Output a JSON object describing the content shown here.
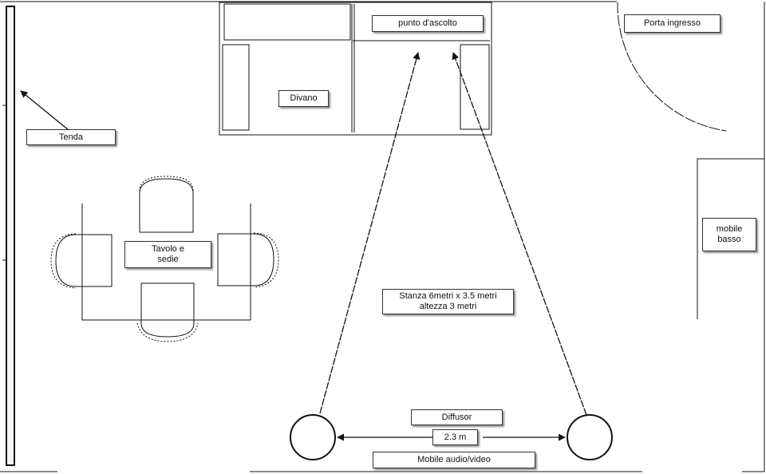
{
  "labels": {
    "listening_point": "punto d'ascolto",
    "entrance_door": "Porta ingresso",
    "sofa": "Divano",
    "curtain": "Tenda",
    "table_and_chairs": "Tavolo e\nsedie",
    "low_cabinet": "mobile\nbasso",
    "room_size": "Stanza 6metri x 3.5 metri\naltezza 3 metri",
    "diffusor": "Diffusor",
    "speaker_distance": "2.3 m",
    "av_cabinet": "Mobile audio/video"
  }
}
